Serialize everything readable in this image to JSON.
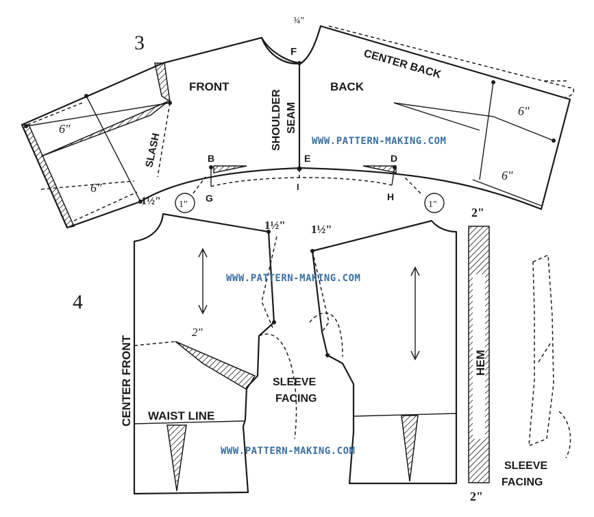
{
  "steps": {
    "step3": "3",
    "step4": "4"
  },
  "labels": {
    "front": "FRONT",
    "back": "BACK",
    "shoulder": "SHOULDER",
    "seam": "SEAM",
    "center_back": "CENTER BACK",
    "slash": "SLASH",
    "center_front": "CENTER FRONT",
    "waist_line": "WAIST LINE",
    "sleeve_facing_1": "SLEEVE",
    "sleeve_facing_2": "FACING",
    "sleeve_facing_right_1": "SLEEVE",
    "sleeve_facing_right_2": "FACING",
    "hem": "HEM"
  },
  "points": {
    "b": "B",
    "d": "D",
    "e": "E",
    "f": "F",
    "g": "G",
    "h": "H",
    "i": "I"
  },
  "measurements": {
    "three_quarter": "¾\"",
    "six_front_top": "6\"",
    "six_front_bottom": "6\"",
    "six_back_top": "6\"",
    "six_back_bottom": "6\"",
    "one_half_front": "1½\"",
    "one_inch_left": "1\"",
    "one_inch_right": "1\"",
    "one_half_a": "1½\"",
    "one_half_b": "1½\"",
    "two_top": "2\"",
    "two_bottom": "2\"",
    "two_dart": "2\""
  },
  "watermarks": {
    "wm1": "WWW.PATTERN-MAKING.COM",
    "wm2": "WWW.PATTERN-MAKING.COM",
    "wm3": "WWW.PATTERN-MAKING.COM"
  }
}
